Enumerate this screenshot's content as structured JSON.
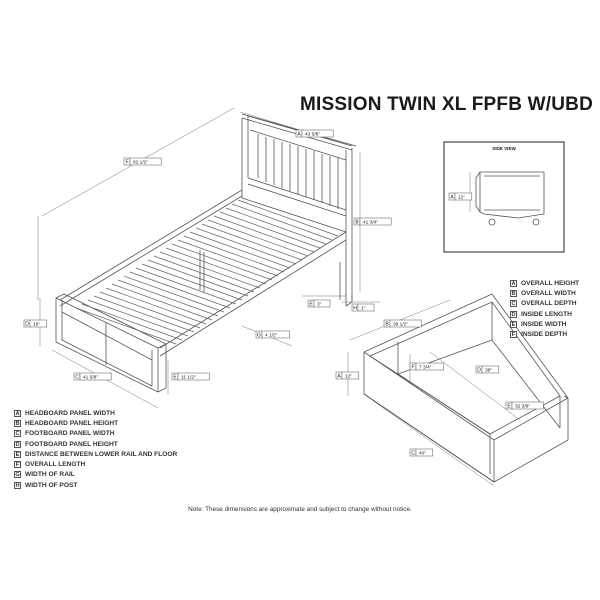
{
  "title": "MISSION TWIN XL FPFB W/UBD",
  "side_view_label": "SIDE VIEW",
  "bed_dimensions": [
    {
      "key": "A",
      "value": "43 5/8\""
    },
    {
      "key": "B",
      "value": "41 3/4\""
    },
    {
      "key": "F",
      "value": "82 1/2\""
    },
    {
      "key": "D",
      "value": "16\""
    },
    {
      "key": "E",
      "value": "3\""
    },
    {
      "key": "H",
      "value": "1\""
    },
    {
      "key": "G",
      "value": "4 1/2\""
    },
    {
      "key": "C",
      "value": "41 5/8\""
    },
    {
      "key": "E2",
      "label": "E",
      "value": "11 1/2\""
    }
  ],
  "side_view_dimensions": [
    {
      "key": "A",
      "value": "12\""
    }
  ],
  "drawer_dimensions": [
    {
      "key": "B",
      "value": "39 1/2\""
    },
    {
      "key": "A",
      "value": "12\""
    },
    {
      "key": "F",
      "value": "7 3/4\""
    },
    {
      "key": "D",
      "value": "38\""
    },
    {
      "key": "E",
      "value": "32 3/8\""
    },
    {
      "key": "C",
      "value": "40\""
    }
  ],
  "drawer_legend": [
    {
      "key": "A",
      "label": "OVERALL HEIGHT"
    },
    {
      "key": "B",
      "label": "OVERALL WIDTH"
    },
    {
      "key": "C",
      "label": "OVERALL DEPTH"
    },
    {
      "key": "D",
      "label": "INSIDE LENGTH"
    },
    {
      "key": "E",
      "label": "INSIDE WIDTH"
    },
    {
      "key": "F",
      "label": "INSIDE DEPTH"
    }
  ],
  "bed_legend": [
    {
      "key": "A",
      "label": "HEADBOARD PANEL WIDTH"
    },
    {
      "key": "B",
      "label": "HEADBOARD PANEL HEIGHT"
    },
    {
      "key": "C",
      "label": "FOOTBOARD PANEL WIDTH"
    },
    {
      "key": "D",
      "label": "FOOTBOARD PANEL HEIGHT"
    },
    {
      "key": "E",
      "label": "DISTANCE BETWEEN LOWER RAIL AND FLOOR"
    },
    {
      "key": "F",
      "label": "OVERALL LENGTH"
    },
    {
      "key": "G",
      "label": "WIDTH OF RAIL"
    },
    {
      "key": "H",
      "label": "WIDTH OF POST"
    }
  ],
  "note": "Note: These dimensions are approximate and subject to change without notice.",
  "colors": {
    "line": "#555555",
    "light_line": "#888888",
    "text": "#222222"
  }
}
